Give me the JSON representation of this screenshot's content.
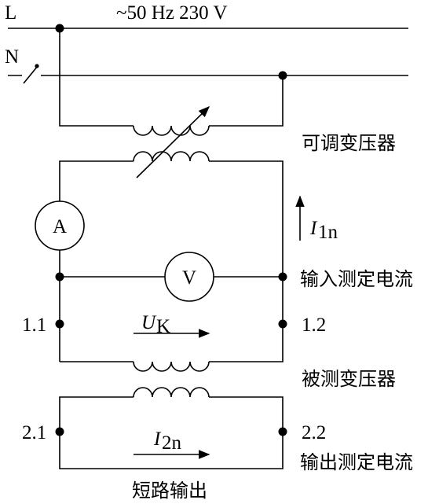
{
  "supply": {
    "line_label": "L",
    "neutral_label": "N",
    "rating": "~50 Hz 230 V"
  },
  "components": {
    "adjustable_transformer": "可调变压器",
    "ammeter_symbol": "A",
    "voltmeter_symbol": "V",
    "input_current_symbol": "I",
    "input_current_sub": "1n",
    "input_current_label": "输入测定电流",
    "test_transformer": "被测变压器",
    "output_current_symbol": "I",
    "output_current_sub": "2n",
    "output_current_label": "输出测定电流",
    "short_circuit_label": "短路输出"
  },
  "terminals": {
    "t11": "1.1",
    "t12": "1.2",
    "t21": "2.1",
    "t22": "2.2"
  },
  "voltage": {
    "symbol": "U",
    "sub": "K"
  }
}
